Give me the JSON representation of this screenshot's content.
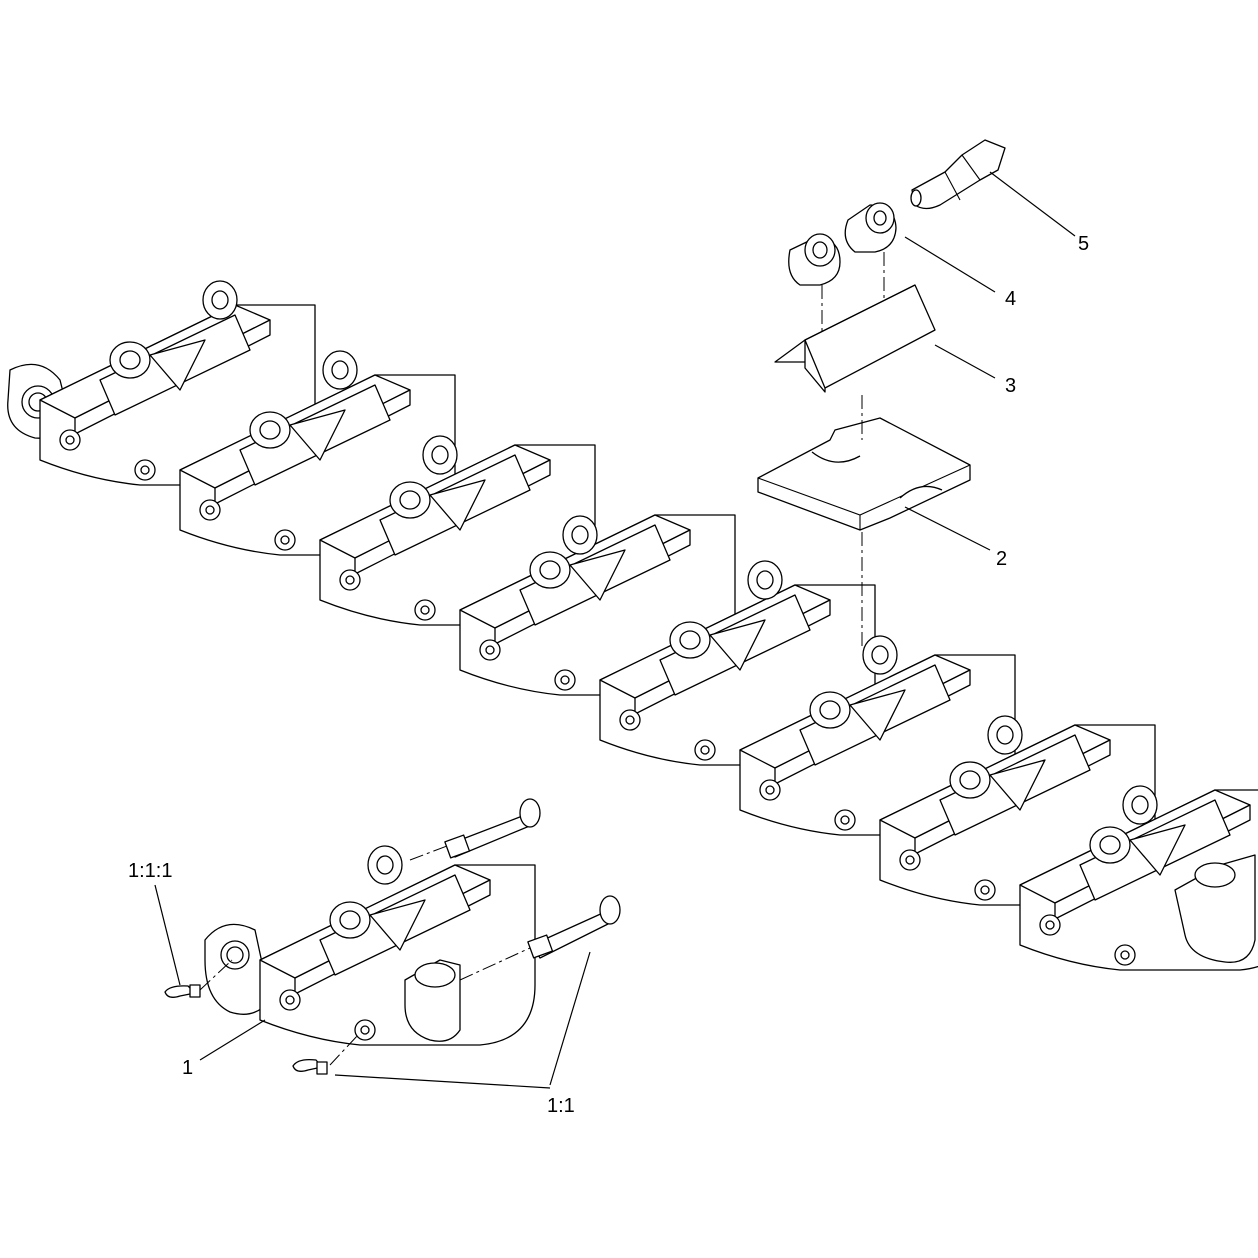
{
  "callouts": [
    {
      "id": "c1",
      "label": "1"
    },
    {
      "id": "c11",
      "label": "1:1"
    },
    {
      "id": "c111",
      "label": "1:1:1"
    },
    {
      "id": "c2",
      "label": "2"
    },
    {
      "id": "c3",
      "label": "3"
    },
    {
      "id": "c4",
      "label": "4"
    },
    {
      "id": "c5",
      "label": "5"
    }
  ]
}
